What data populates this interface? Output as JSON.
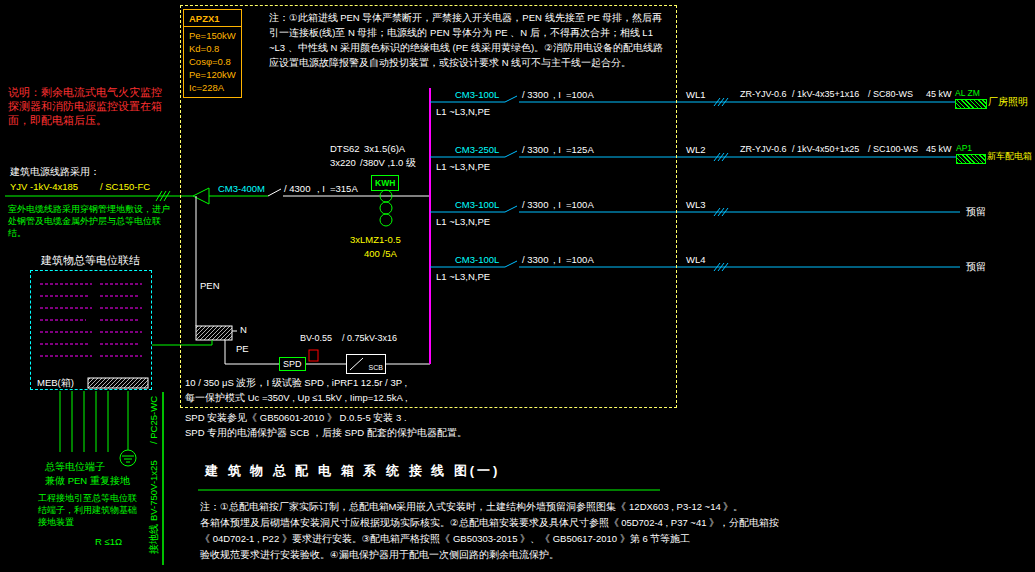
{
  "diagram": {
    "title": "建 筑 物 总 配 电 箱 系 统 接 线 图(一)",
    "nodes": [
      {
        "text": [
          "注：①此箱进线 PEN 导体严禁断开，严禁接入开关电器，PEN 线先接至 PE 母排，然后再引一连接板(线)至 N 母排；电源线的 PEN 导体分为 PE 、N 后，不得再次合并；相线 L1 ~L3 、中性线 N 采用颜色标识的绝缘电线 (PE 线采用黄绿色)。②消防用电设备的配电线路应设置电源故障报警及自动投切装置，或按设计要求 N 线可不与主干线一起合分。"
        ]
      },
      {
        "text": [
          "APZX1",
          "Pe=150kW",
          "Kd=0.8",
          "Cosφ=0.8",
          "Pe=120kW",
          "Ic=228A"
        ],
        "in": 0
      },
      {
        "text": [
          "KWH"
        ],
        "in": 0
      },
      {
        "text": [
          "SPD"
        ],
        "in": 0
      },
      {
        "text": [
          "SCB"
        ],
        "in": 0
      },
      {
        "text": [
          "建筑物总等电位联结",
          "MEB(箱)"
        ]
      },
      {
        "text": [
          "AL ZM"
        ]
      },
      {
        "text": [
          "AP1"
        ]
      }
    ],
    "edges": [
      {
        "from": 0,
        "to": 6,
        "arrow": "none"
      },
      {
        "from": 0,
        "to": 7,
        "arrow": "none"
      },
      {
        "from": 5,
        "to": 0,
        "arrow": "none"
      },
      {
        "from": 3,
        "to": 4,
        "arrow": "none"
      }
    ],
    "labels": [
      "说明：剩余电流式电气火灾监控探测器和消防电源监控设置在箱面，即配电箱后压。",
      "建筑电源线路采用：",
      "YJV -1kV-4x185",
      "/ SC150-FC",
      "室外电缆线路采用穿钢管埋地敷设，进户处钢管及电缆金属外护层与总等电位联结。",
      "CM3-400M",
      "/ 4300",
      ", I",
      "=315A",
      "DTS62",
      "3x1.5(6)A",
      "3x220",
      "/380V ,1.0 级",
      "3xLMZ1-0.5",
      "400 /5A",
      "CM3-100L",
      "/ 3300",
      ", I",
      "=100A",
      "L1 ~L3,N,PE",
      "WL1",
      "ZR-YJV-0.6",
      "/ 1kV-4x35+1x16",
      "/ SC80-WS",
      "45 kW",
      "厂房照明",
      "CM3-250L",
      "/ 3300",
      ", I",
      "=125A",
      "L1 ~L3,N,PE",
      "WL2",
      "ZR-YJV-0.6",
      "/ 1kV-4x50+1x25",
      "/ SC100-WS",
      "45 kW",
      "新车配电箱",
      "CM3-100L",
      "/ 3300",
      ", I",
      "=100A",
      "L1 ~L3,N,PE",
      "WL3",
      "预留",
      "CM3-100L",
      "/ 3300",
      ", I",
      "=100A",
      "L1 ~L3,N,PE",
      "WL4",
      "预留",
      "PEN",
      "N",
      "PE",
      "BV-0.55",
      "/ 0.75kV-3x16",
      "10 / 350 μS 波形，I 级试验 SPD , iPRF1 12.5r / 3P ,",
      "每一保护模式 Uc =350V , Up ≤1.5kV , Iimp=12.5kA ,",
      "SPD 安装参见《 GB50601-2010 》 D.0.5-5 安装 3 .",
      "SPD 专用的电涌保护器 SCB ，后接 SPD 配套的保护电器配置。",
      "总等电位端子",
      "兼做 PEN 重复接地",
      "工程接地引至总等电位联结端子，利用建筑物基础接地装置",
      "R ≤1Ω",
      "接地线 BV-750V-1x25",
      "/ PC25-WC",
      "注：①总配电箱按厂家实际订制，总配电箱M采用嵌入式安装时，土建结构外墙预留洞参照图集《 12DX603 , P3-12 ~14 》。",
      "各箱体预埋及后砌墙体安装洞尺寸应根据现场实际核实。②总配电箱安装要求及具体尺寸参照《 05D702-4 , P37 ~41 》，分配电箱按",
      "《 04D702-1 , P22 》要求进行安装。③配电箱严格按照《 GB50303-2015 》、《 GB50617-2010 》第 6 节等施工",
      "验收规范要求进行安装验收。④漏电保护器用于配电一次侧回路的剩余电流保护。"
    ]
  }
}
